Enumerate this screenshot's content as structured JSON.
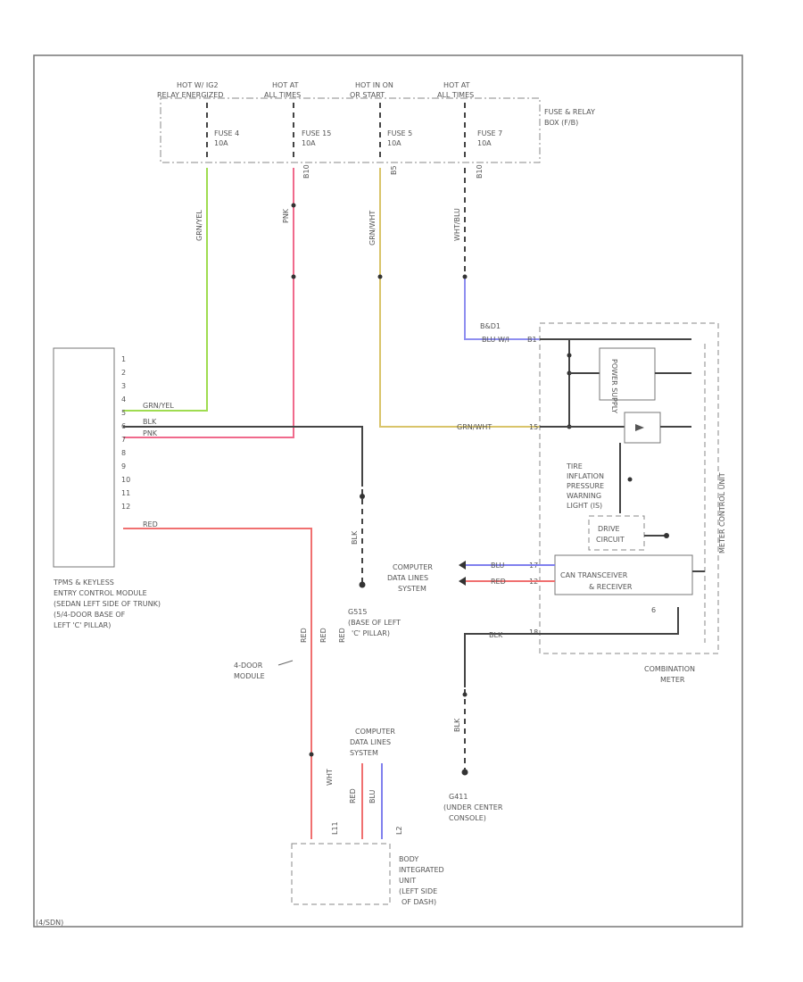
{
  "fuse_box": {
    "label_line1": "FUSE & RELAY",
    "label_line2": "BOX (F/B)",
    "hot_labels": [
      {
        "line1": "HOT W/ IG2",
        "line2": "RELAY ENERGIZED"
      },
      {
        "line1": "HOT AT",
        "line2": "ALL TIMES"
      },
      {
        "line1": "HOT IN ON",
        "line2": "OR START"
      },
      {
        "line1": "HOT AT",
        "line2": "ALL TIMES"
      }
    ],
    "fuses": [
      {
        "name": "FUSE 4",
        "rating": "10A"
      },
      {
        "name": "FUSE 15",
        "rating": "10A"
      },
      {
        "name": "FUSE 5",
        "rating": "10A"
      },
      {
        "name": "FUSE 7",
        "rating": "10A"
      }
    ],
    "pin_labels": [
      "B10",
      "B5",
      "B10"
    ]
  },
  "wires": {
    "grn_yel": "GRN/YEL",
    "pnk": "PNK",
    "grn_wht": "GRN/WHT",
    "wht_blu": "WHT/BLU",
    "blk": "BLK",
    "red": "RED",
    "blu": "BLU",
    "blu_red": "BLU RED"
  },
  "tpms_module": {
    "pins": [
      "1",
      "2",
      "3",
      "4",
      "5",
      "6",
      "7",
      "8",
      "9",
      "10",
      "11",
      "12"
    ],
    "wire_labels": [
      "GRN/YEL",
      "BLK",
      "PNK",
      "RED"
    ],
    "name_lines": [
      "TPMS & KEYLESS",
      "ENTRY CONTROL MODULE",
      "(SEDAN LEFT SIDE OF TRUNK)",
      "(5/4-DOOR BASE OF",
      "LEFT 'C' PILLAR)"
    ]
  },
  "ground_g515": {
    "line1": "G515",
    "line2": "(BASE OF LEFT",
    "line3": "'C' PILLAR)"
  },
  "ground_g411": {
    "line1": "G411",
    "line2": "(UNDER CENTER",
    "line3": "CONSOLE)"
  },
  "door_module": {
    "line1": "4-DOOR",
    "line2": "MODULE"
  },
  "combination_meter": {
    "label_line1": "COMBINATION",
    "label_line2": "METER",
    "side_label": "METER CONTROL UNIT",
    "connector": "B&D1",
    "regulator_label": "POWER SUPPLY",
    "warning_lines": [
      "TIRE",
      "INFLATION",
      "PRESSURE",
      "WARNING",
      "LIGHT (IS)"
    ],
    "drive_lines": [
      "DRIVE",
      "CIRCUIT"
    ],
    "can_lines": [
      "CAN TRANSCEIVER",
      "& RECEIVER"
    ],
    "pin_labels": [
      "B1",
      "15",
      "17",
      "12",
      "18",
      "6"
    ],
    "wire_labels": [
      "BLU W/I",
      "GRN/WHT",
      "BLU",
      "RED",
      "BLK"
    ]
  },
  "computer_data_lines_1": [
    "COMPUTER",
    "DATA LINES",
    "SYSTEM"
  ],
  "computer_data_lines_2": [
    "COMPUTER",
    "DATA LINES",
    "SYSTEM"
  ],
  "body_unit": {
    "name_lines": [
      "BODY",
      "INTEGRATED",
      "UNIT",
      "(LEFT SIDE",
      "OF DASH)"
    ],
    "pin_labels": [
      "L11",
      "L2"
    ]
  },
  "vertical_labels": [
    "RED",
    "RED",
    "WHT",
    "RED",
    "BLU"
  ],
  "footer_code": "(4/SDN)"
}
